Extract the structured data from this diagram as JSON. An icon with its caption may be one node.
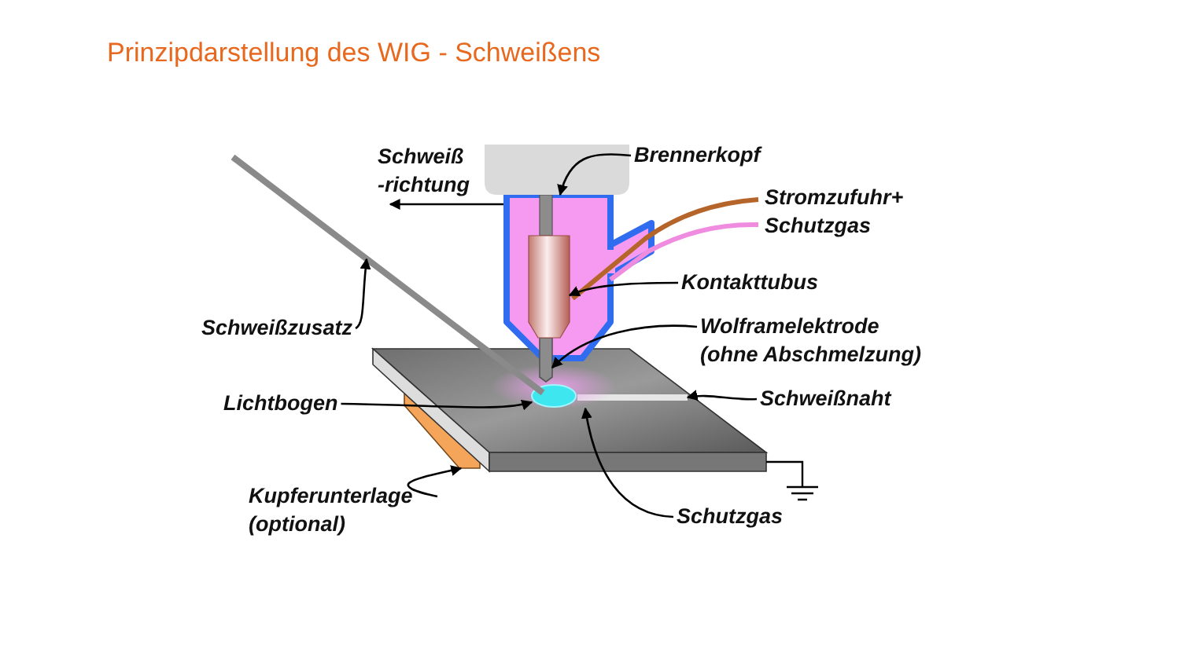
{
  "diagram": {
    "title": "Prinzipdarstellung des WIG - Schweißens",
    "nodes": [
      {
        "text": [
          "Brennerkopf"
        ]
      },
      {
        "text": [],
        "shape": "box"
      },
      {
        "text": [
          "Kontakttubus"
        ]
      },
      {
        "text": [],
        "shape": "cylinder"
      },
      {
        "text": [
          "Wolframelektrode (ohne Abschmelzung)"
        ]
      },
      {
        "text": [],
        "shape": "bar"
      },
      {
        "text": [
          "Schweißnaht"
        ]
      },
      {
        "text": [],
        "shape": "bar"
      },
      {
        "text": [
          "Schutzgas"
        ]
      },
      {
        "text": [],
        "shape": "cloud"
      },
      {
        "text": [
          "Schweißzusatz"
        ]
      },
      {
        "text": [],
        "shape": "bar"
      },
      {
        "text": [
          "Lichtbogen"
        ]
      },
      {
        "text": [],
        "shape": "circle",
        "in": 9
      },
      {
        "text": [
          "Kupferunterlage (optional)"
        ]
      },
      {
        "text": [],
        "shape": "bar"
      }
    ],
    "edges": [
      {
        "from": 0,
        "to": 1,
        "arrow": "to"
      },
      {
        "from": 2,
        "to": 3,
        "arrow": "to"
      },
      {
        "from": 4,
        "to": 5,
        "arrow": "to"
      },
      {
        "from": 6,
        "to": 7,
        "arrow": "to"
      },
      {
        "from": 8,
        "to": 9,
        "arrow": "to"
      },
      {
        "from": 10,
        "to": 11,
        "arrow": "to"
      },
      {
        "from": 12,
        "to": 13,
        "arrow": "to"
      },
      {
        "from": 14,
        "to": 15,
        "arrow": "to"
      }
    ],
    "labels": [
      "Schweiß -richtung",
      "Stromzufuhr+",
      "Schutzgas"
    ]
  }
}
